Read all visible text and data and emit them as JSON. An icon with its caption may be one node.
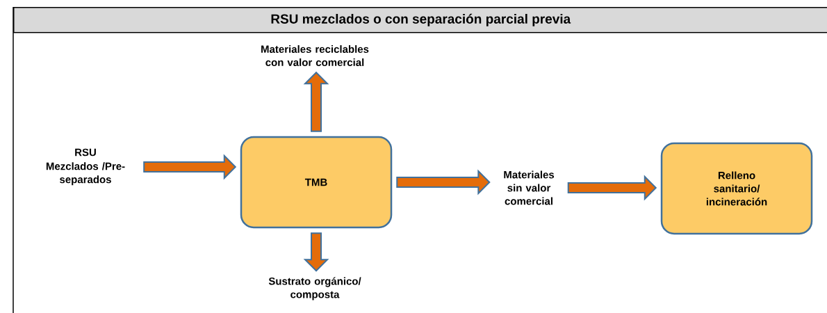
{
  "diagram": {
    "title": "RSU mezclados o con separación parcial previa",
    "nodes": [
      {
        "text": [
          "RSU",
          "Mezclados /Pre-separados"
        ]
      },
      {
        "text": [
          "TMB"
        ]
      },
      {
        "text": [
          "Materiales reciclables con valor comercial"
        ]
      },
      {
        "text": [
          "Sustrato orgánico/ composta"
        ]
      },
      {
        "text": [
          "Materiales sin valor comercial"
        ]
      },
      {
        "text": [
          "Relleno sanitario/ incineración"
        ]
      }
    ],
    "edges": [
      {
        "from": 0,
        "to": 1,
        "arrow": "to"
      },
      {
        "from": 1,
        "to": 2,
        "arrow": "to"
      },
      {
        "from": 1,
        "to": 3,
        "arrow": "to"
      },
      {
        "from": 1,
        "to": 4,
        "arrow": "to"
      },
      {
        "from": 4,
        "to": 5,
        "arrow": "to"
      }
    ]
  }
}
